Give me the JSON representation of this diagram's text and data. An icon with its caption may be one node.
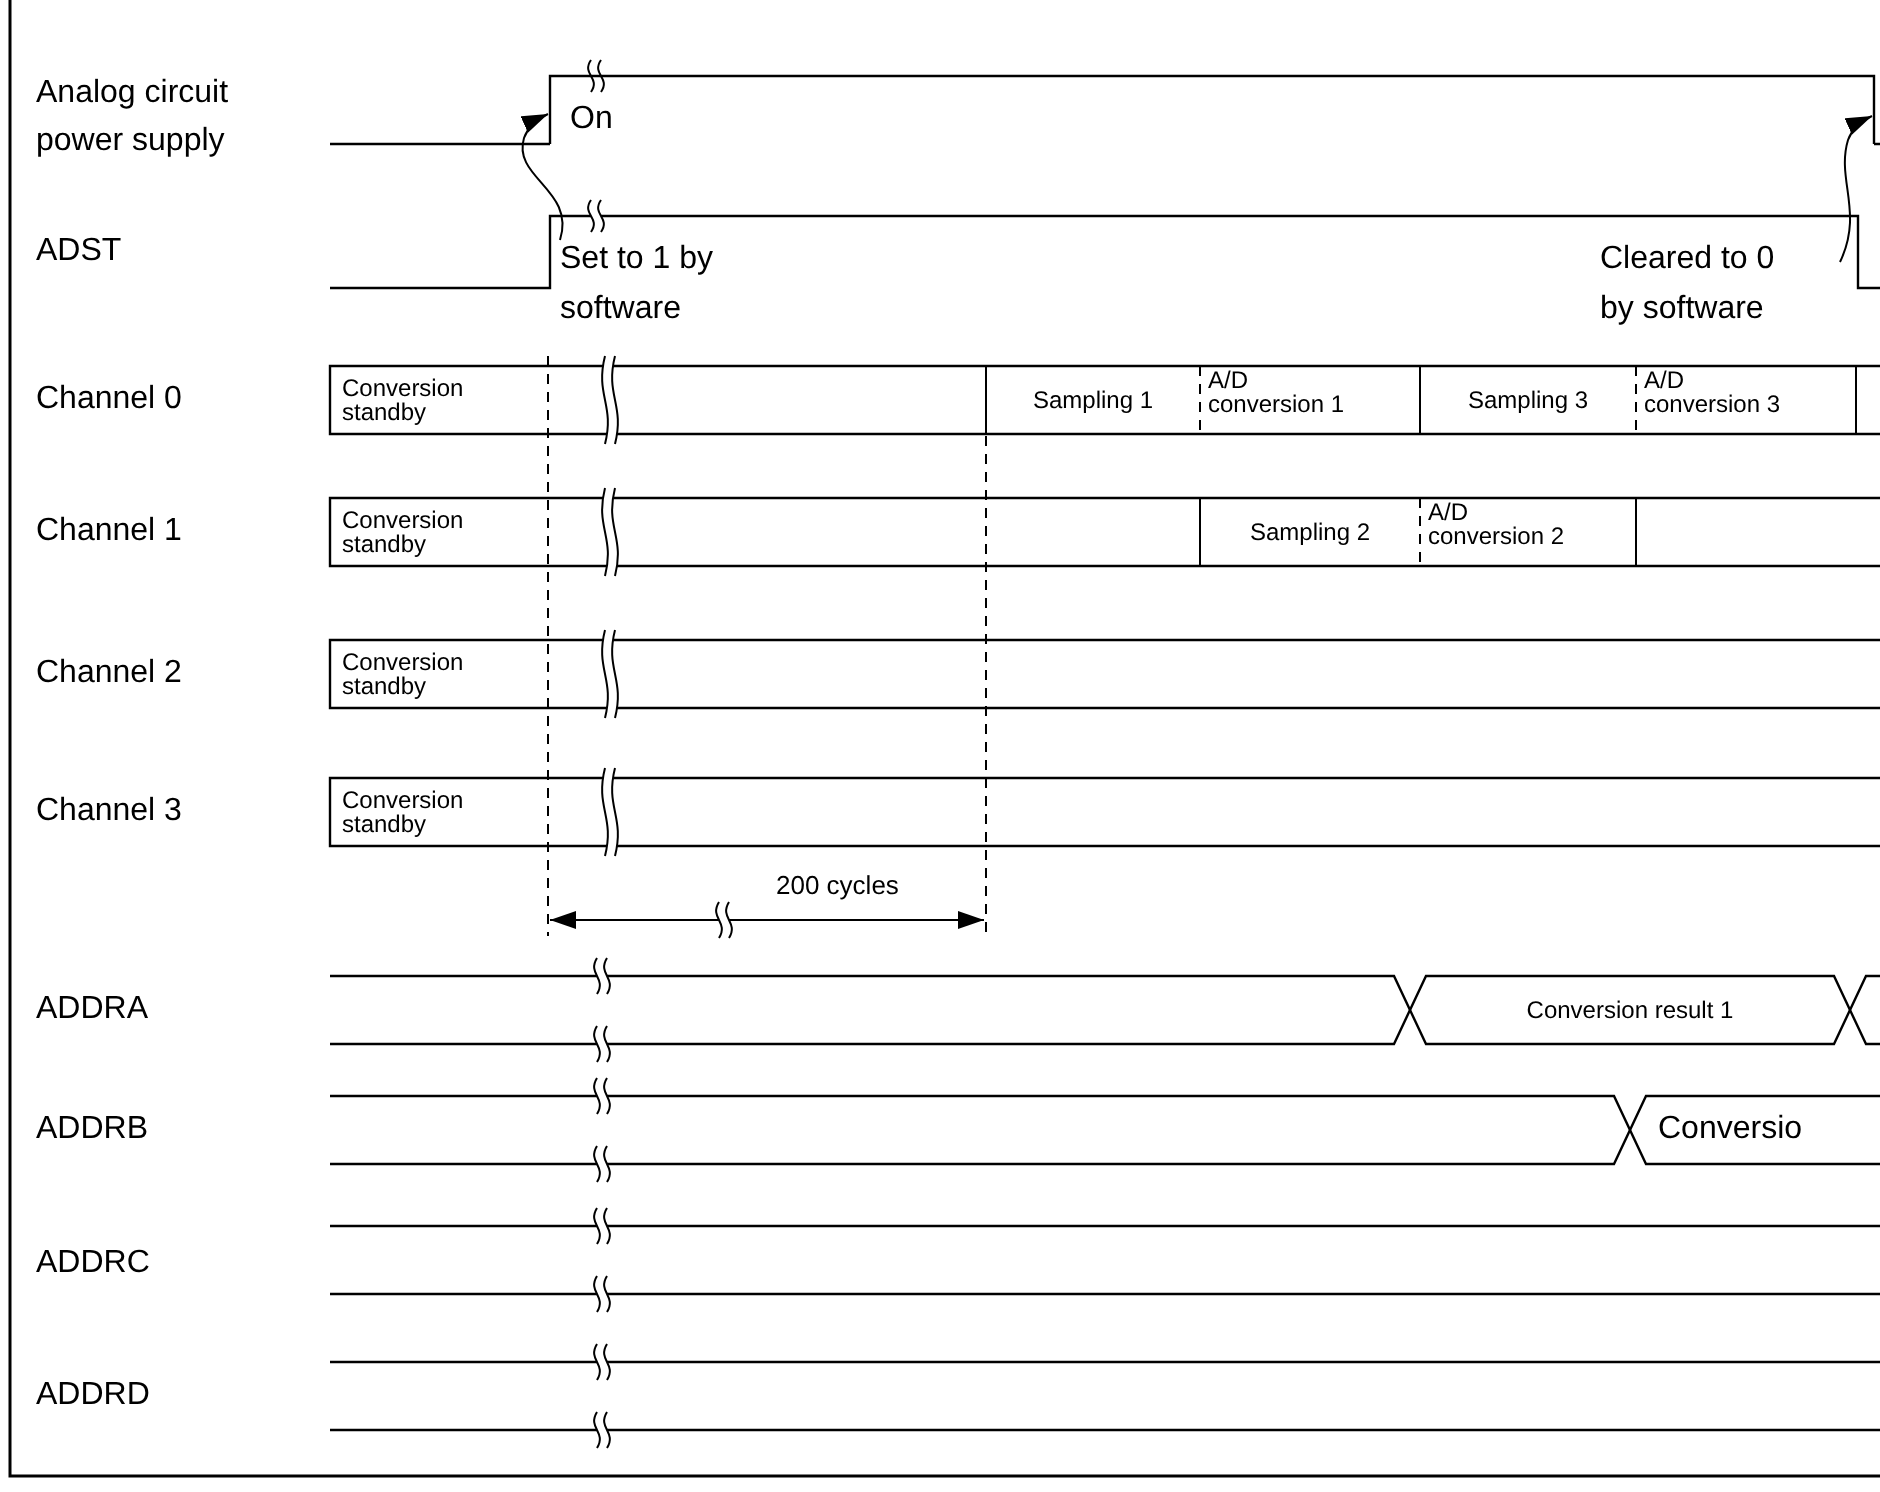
{
  "diagram": {
    "nodes": [
      {
        "text": [
          "Set to 1 by software"
        ]
      },
      {
        "text": [
          "Cleared to 0 by software"
        ]
      },
      {
        "text": [
          "Conversion standby"
        ]
      },
      {
        "text": [
          "Sampling 1"
        ]
      },
      {
        "text": [
          "A/D conversion 1"
        ]
      },
      {
        "text": [
          "Sampling 3"
        ]
      },
      {
        "text": [
          "A/D conversion 3"
        ]
      },
      {
        "text": [
          "Conversion standby"
        ]
      },
      {
        "text": [
          "Sampling 2"
        ]
      },
      {
        "text": [
          "A/D conversion 2"
        ]
      },
      {
        "text": [
          "Conversion standby"
        ]
      },
      {
        "text": [
          "Conversion standby"
        ]
      },
      {
        "text": [
          "Conversion result 1"
        ]
      },
      {
        "text": [
          "Conversio"
        ]
      },
      {
        "text": [],
        "shape": "picture"
      }
    ],
    "edges": [
      {
        "from": 0,
        "to": 14,
        "arrow": "to"
      },
      {
        "from": 1,
        "to": 14,
        "arrow": "to"
      }
    ],
    "labels": [
      "Analog circuit power supply",
      "On",
      "ADST",
      "Channel 0",
      "Channel 1",
      "Channel 2",
      "Channel 3",
      "200 cycles",
      "ADDRA",
      "ADDRB",
      "ADDRC",
      "ADDRD"
    ]
  }
}
